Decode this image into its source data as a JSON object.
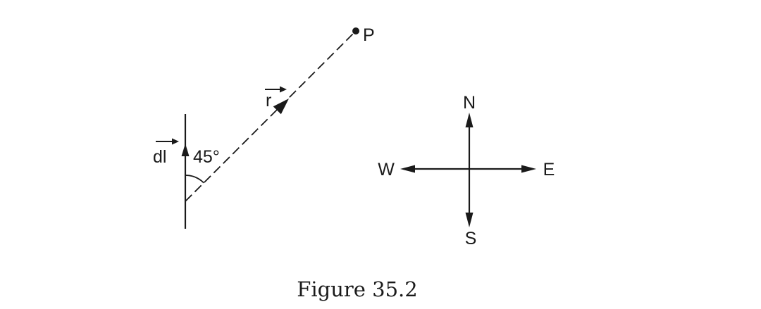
{
  "diagram": {
    "point_label": "P",
    "vector_r_label": "r",
    "vector_dl_label": "dl",
    "angle_label": "45°",
    "compass": {
      "north": "N",
      "south": "S",
      "east": "E",
      "west": "W"
    },
    "caption": "Figure 35.2"
  }
}
